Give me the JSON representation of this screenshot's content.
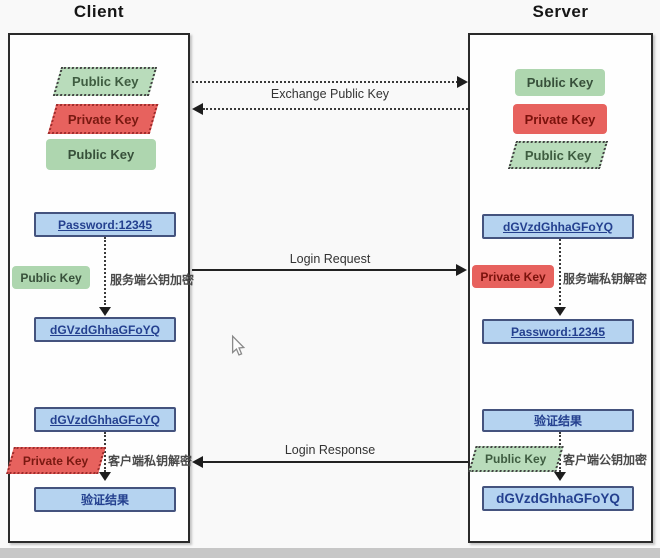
{
  "header": {
    "client_title": "Client",
    "server_title": "Server"
  },
  "client": {
    "public_key_dashed": "Public Key",
    "private_key_dashed": "Private Key",
    "public_key_solid": "Public Key",
    "password": "Password:12345",
    "encrypt_key": "Public Key",
    "encrypt_note": "服务端公钥加密",
    "cipher": "dGVzdGhhaGFoYQ",
    "received_cipher": "dGVzdGhhaGFoYQ",
    "decrypt_key": "Private Key",
    "decrypt_note": "客户端私钥解密",
    "result": "验证结果"
  },
  "server": {
    "public_key_solid": "Public Key",
    "private_key_solid": "Private Key",
    "public_key_dashed": "Public Key",
    "received_cipher": "dGVzdGhhaGFoYQ",
    "decrypt_key": "Private Key",
    "decrypt_note": "服务端私钥解密",
    "password": "Password:12345",
    "result": "验证结果",
    "encrypt_key": "Public Key",
    "encrypt_note": "客户端公钥加密",
    "cipher": "dGVzdGhhaGFoYQ"
  },
  "messages": {
    "exchange": "Exchange Public Key",
    "login_request": "Login Request",
    "login_response": "Login Response"
  },
  "colors": {
    "public_key_green": "#aed6af",
    "private_key_red": "#e7625e",
    "message_box_blue": "#b5d3f0"
  }
}
